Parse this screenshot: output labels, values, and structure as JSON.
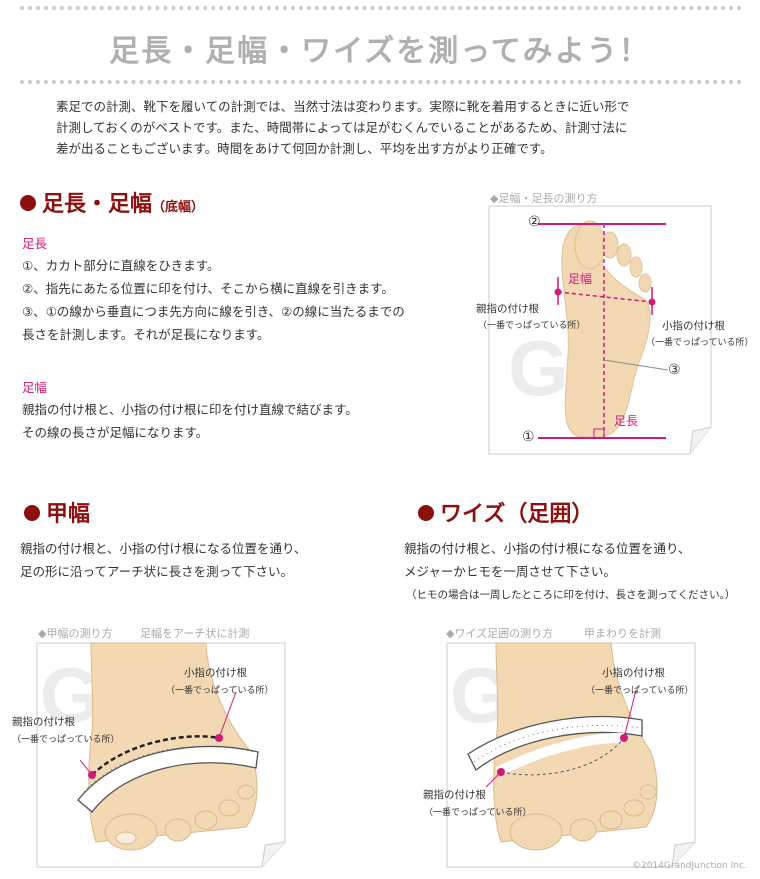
{
  "title": "足長・足幅・ワイズを測ってみよう！",
  "intro": [
    "素足での計測、靴下を履いての計測では、当然寸法は変わります。実際に靴を着用するときに近い形で",
    "計測しておくのがベストです。また、時間帯によっては足がむくんでいることがあるため、計測寸法に",
    "差が出ることもございます。時間をあけて何回か計測し、平均を出す方がより正確です。"
  ],
  "section1": {
    "heading": "足長・足幅",
    "heading_small": "（底幅）",
    "length": {
      "sub": "足長",
      "lines": [
        "①、カカト部分に直線をひきます。",
        "②、指先にあたる位置に印を付け、そこから横に直線を引きます。",
        "③、①の線から垂直につま先方向に線を引き、②の線に当たるまでの",
        "長さを計測します。それが足長になります。"
      ]
    },
    "width": {
      "sub": "足幅",
      "lines": [
        "親指の付け根と、小指の付け根に印を付け直線で結びます。",
        "その線の長さが足幅になります。"
      ]
    },
    "diagram": {
      "caption": "◆足幅・足長の測り方",
      "n1": "①",
      "n2": "②",
      "n3": "③",
      "ashihaba": "足幅",
      "ashinaga": "足長",
      "big_toe": "親指の付け根",
      "big_toe_note": "（一番でっぱっている所）",
      "little_toe": "小指の付け根",
      "little_toe_note": "（一番でっぱっている所）",
      "watermark": "GJ"
    }
  },
  "section2": {
    "heading": "甲幅",
    "lines": [
      "親指の付け根と、小指の付け根になる位置を通り、",
      "足の形に沿ってアーチ状に長さを測って下さい。"
    ],
    "diagram": {
      "caption": "◆甲幅の測り方",
      "caption2": "足幅をアーチ状に計測",
      "little_toe": "小指の付け根",
      "little_toe_note": "（一番でっぱっている所）",
      "big_toe": "親指の付け根",
      "big_toe_note": "（一番でっぱっている所）",
      "watermark": "GJ"
    }
  },
  "section3": {
    "heading": "ワイズ（足囲）",
    "lines": [
      "親指の付け根と、小指の付け根になる位置を通り、",
      "メジャーかヒモを一周させて下さい。"
    ],
    "note": "（ヒモの場合は一周したところに印を付け、長さを測ってください。）",
    "diagram": {
      "caption": "◆ワイズ足囲の測り方",
      "caption2": "甲まわりを計測",
      "little_toe": "小指の付け根",
      "little_toe_note": "（一番でっぱっている所）",
      "big_toe": "親指の付け根",
      "big_toe_note": "（一番でっぱっている所）",
      "watermark": "GJ"
    }
  },
  "copyright": "©2014GrandJunction Inc.",
  "colors": {
    "accent": "#8b1010",
    "pink": "#d21a7b",
    "skin": "#f2d9b3",
    "title": "#b0b0b0"
  }
}
